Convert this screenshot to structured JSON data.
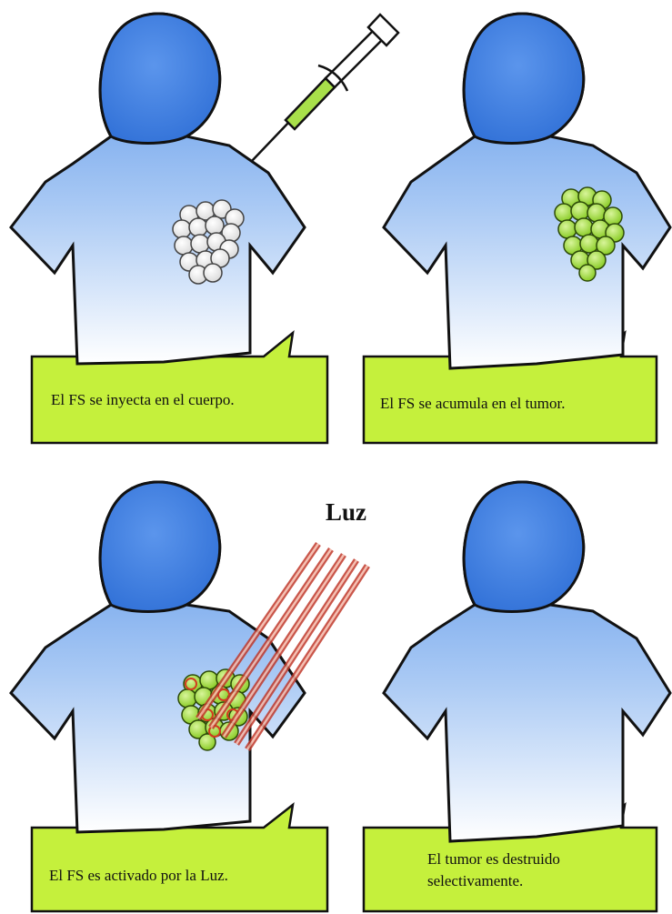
{
  "panels": [
    {
      "caption_lines": [
        "El FS se inyecta en el cuerpo."
      ],
      "tumor_state": "white",
      "instrument": "syringe"
    },
    {
      "caption_lines": [
        "El FS se acumula en el tumor."
      ],
      "tumor_state": "green",
      "instrument": "none"
    },
    {
      "caption_lines": [
        "El FS es activado por la Luz."
      ],
      "tumor_state": "green-activated",
      "instrument": "light-beams"
    },
    {
      "caption_lines": [
        "El tumor es destruido",
        "selectivamente."
      ],
      "tumor_state": "destroyed",
      "instrument": "none"
    }
  ],
  "light_label": "Luz",
  "colors": {
    "head_blue": "#3f7fe3",
    "torso_top": "#4f8ee8",
    "torso_bottom": "#ffffff",
    "outline": "#111111",
    "caption_box": "#c5f03c",
    "syringe_fluid": "#a8e04a",
    "tumor_green": "#9fdd2c",
    "light_beam": "#c0392b"
  }
}
